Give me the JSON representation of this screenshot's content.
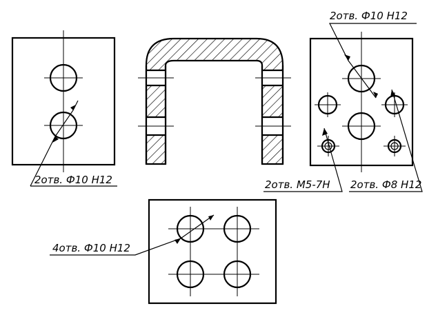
{
  "drawing": {
    "labels": {
      "left_holes": "2отв. Ф10 Н12",
      "top_right_holes": "2отв. Ф10 Н12",
      "threaded_holes": "2отв. М5-7Н",
      "small_holes": "2отв. Ф8 Н12",
      "bottom_holes": "4отв. Ф10 Н12"
    },
    "colors": {
      "line": "#000000",
      "background": "#ffffff"
    }
  }
}
